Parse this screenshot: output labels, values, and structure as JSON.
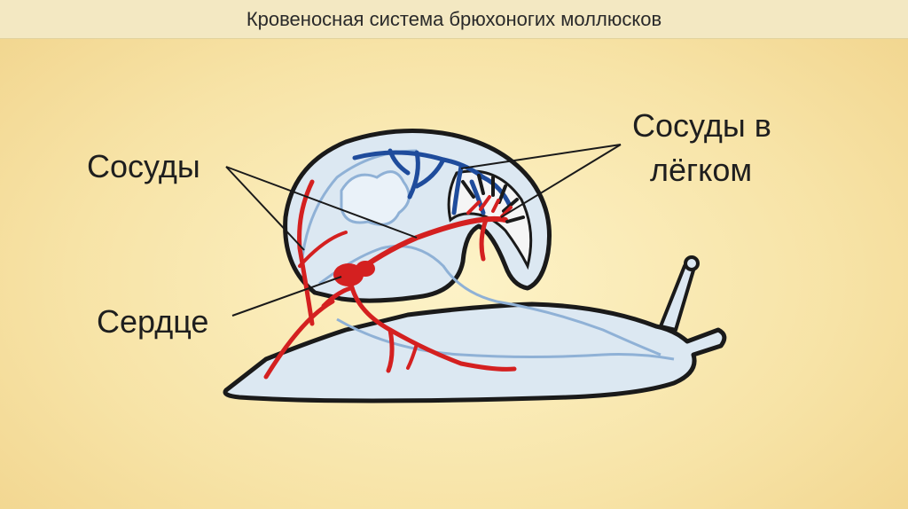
{
  "header": {
    "title": "Кровеносная система брюхоногих моллюсков"
  },
  "labels": {
    "vessels": "Сосуды",
    "lung_vessels_line1": "Сосуды в",
    "lung_vessels_line2": "лёгком",
    "heart": "Сердце"
  },
  "colors": {
    "background": "#f7e3a6",
    "body_fill": "#dce8f2",
    "outline": "#1a1a1a",
    "arteries": "#d42020",
    "veins": "#1f4c9c",
    "inner_lines": "#8fb1d6"
  }
}
